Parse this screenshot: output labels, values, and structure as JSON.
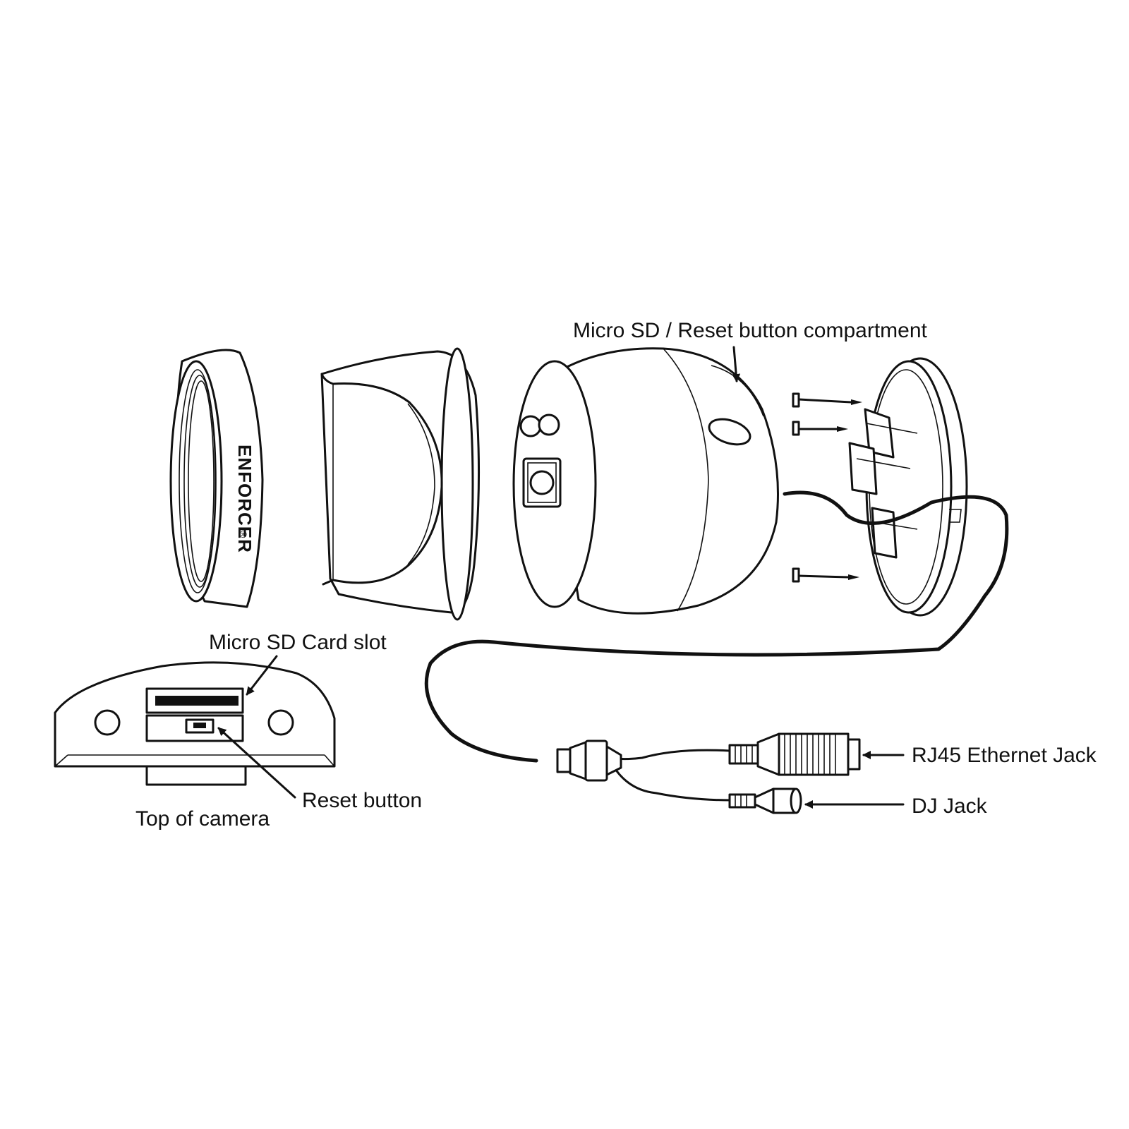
{
  "labels": {
    "compartment": "Micro SD / Reset button compartment",
    "sd_slot": "Micro SD Card slot",
    "reset_button": "Reset button",
    "top_of_camera": "Top of camera",
    "rj45": "RJ45 Ethernet Jack",
    "dj_jack": "DJ Jack"
  },
  "brand": {
    "name": "ENFORCER",
    "mark": "®"
  }
}
